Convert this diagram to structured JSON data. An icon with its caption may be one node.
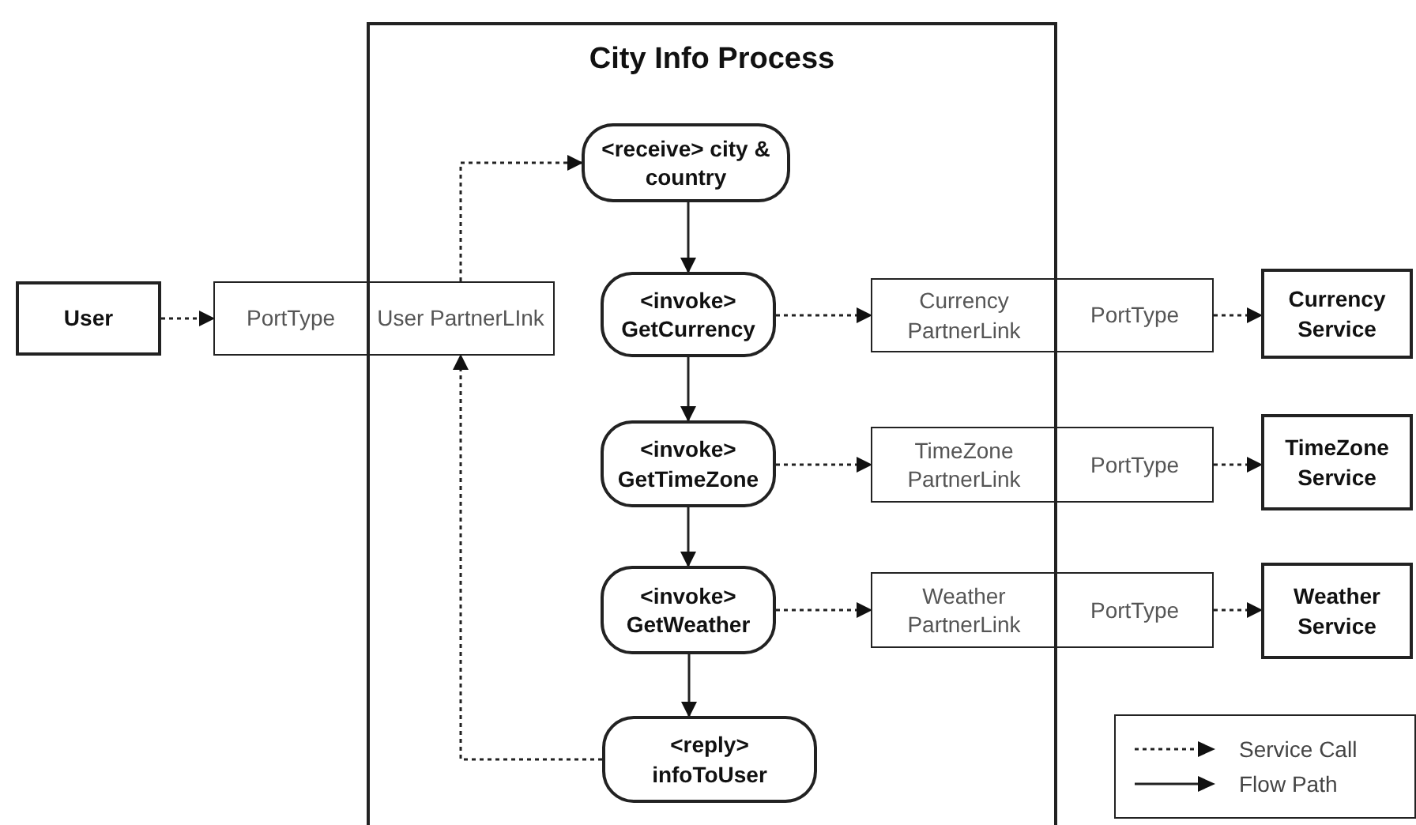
{
  "diagram": {
    "nodes": [
      {
        "text": [
          "City Info Process"
        ]
      },
      {
        "text": [
          "User"
        ]
      },
      {
        "text": [
          "PortType"
        ]
      },
      {
        "text": [
          "User PartnerLInk"
        ],
        "in": 0
      },
      {
        "text": [
          "<receive> city & country"
        ],
        "in": 0
      },
      {
        "text": [
          "<invoke> GetCurrency"
        ],
        "in": 0
      },
      {
        "text": [
          "Currency PartnerLink"
        ],
        "in": 0
      },
      {
        "text": [
          "PortType"
        ]
      },
      {
        "text": [
          "Currency Service"
        ]
      },
      {
        "text": [
          "<invoke> GetTimeZone"
        ],
        "in": 0
      },
      {
        "text": [
          "TimeZone PartnerLink"
        ],
        "in": 0
      },
      {
        "text": [
          "PortType"
        ]
      },
      {
        "text": [
          "TimeZone Service"
        ]
      },
      {
        "text": [
          "<invoke> GetWeather"
        ],
        "in": 0
      },
      {
        "text": [
          "Weather PartnerLink"
        ],
        "in": 0
      },
      {
        "text": [
          "PortType"
        ]
      },
      {
        "text": [
          "Weather Service"
        ]
      },
      {
        "text": [
          "<reply> infoToUser"
        ],
        "in": 0
      }
    ],
    "edges": [
      {
        "from": 1,
        "to": 2,
        "arrow": "to",
        "style": "dashed"
      },
      {
        "from": 3,
        "to": 4,
        "arrow": "to",
        "style": "dashed"
      },
      {
        "from": 4,
        "to": 5,
        "arrow": "to"
      },
      {
        "from": 5,
        "to": 6,
        "arrow": "to",
        "style": "dashed"
      },
      {
        "from": 7,
        "to": 8,
        "arrow": "to",
        "style": "dashed"
      },
      {
        "from": 5,
        "to": 9,
        "arrow": "to"
      },
      {
        "from": 9,
        "to": 10,
        "arrow": "to",
        "style": "dashed"
      },
      {
        "from": 11,
        "to": 12,
        "arrow": "to",
        "style": "dashed"
      },
      {
        "from": 9,
        "to": 13,
        "arrow": "to"
      },
      {
        "from": 13,
        "to": 14,
        "arrow": "to",
        "style": "dashed"
      },
      {
        "from": 15,
        "to": 16,
        "arrow": "to",
        "style": "dashed"
      },
      {
        "from": 13,
        "to": 17,
        "arrow": "to"
      },
      {
        "from": 17,
        "to": 3,
        "arrow": "to",
        "style": "dashed"
      }
    ],
    "legend": [
      {
        "text": "Service Call"
      },
      {
        "text": "Flow Path"
      }
    ]
  }
}
